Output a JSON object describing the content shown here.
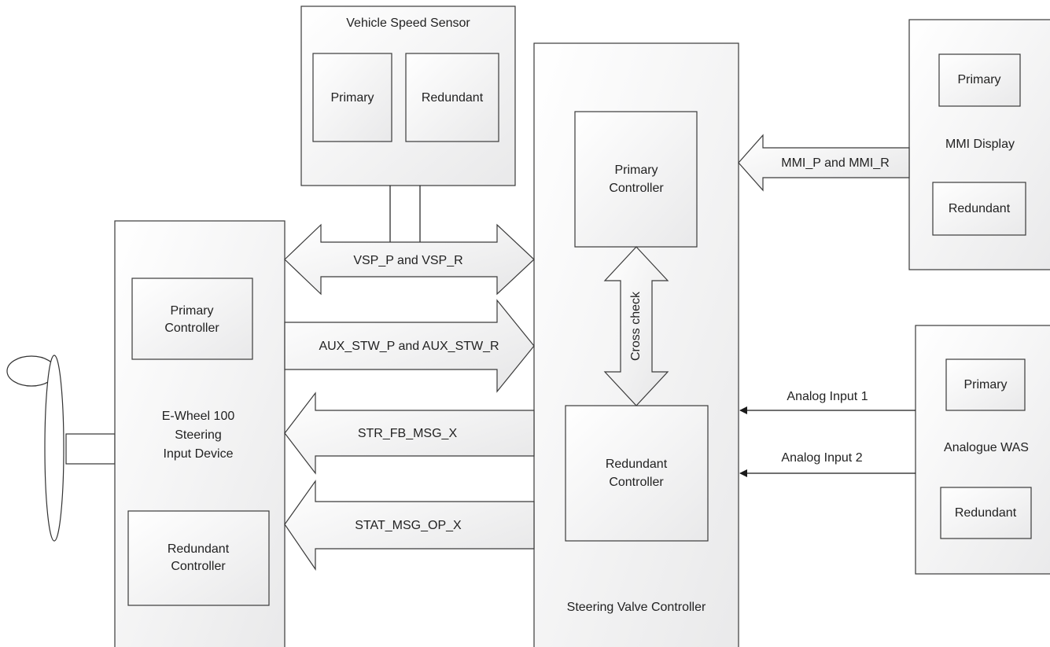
{
  "blocks": {
    "vehicle_speed_sensor": {
      "title": "Vehicle Speed Sensor",
      "primary": "Primary",
      "redundant": "Redundant"
    },
    "steering_valve_controller": {
      "title": "Steering Valve Controller",
      "primary_line1": "Primary",
      "primary_line2": "Controller",
      "redundant_line1": "Redundant",
      "redundant_line2": "Controller"
    },
    "mmi_display": {
      "title": "MMI Display",
      "primary": "Primary",
      "redundant": "Redundant"
    },
    "analogue_was": {
      "title": "Analogue WAS",
      "primary": "Primary",
      "redundant": "Redundant"
    },
    "ewheel": {
      "line1": "E-Wheel 100",
      "line2": "Steering",
      "line3": "Input Device",
      "primary_line1": "Primary",
      "primary_line2": "Controller",
      "redundant_line1": "Redundant",
      "redundant_line2": "Controller"
    }
  },
  "signals": {
    "vsp": "VSP_P and VSP_R",
    "aux_stw": "AUX_STW_P and AUX_STW_R",
    "str_fb": "STR_FB_MSG_X",
    "stat_msg": "STAT_MSG_OP_X",
    "mmi": "MMI_P and MMI_R",
    "analog1": "Analog Input 1",
    "analog2": "Analog Input 2",
    "cross_check": "Cross check"
  }
}
